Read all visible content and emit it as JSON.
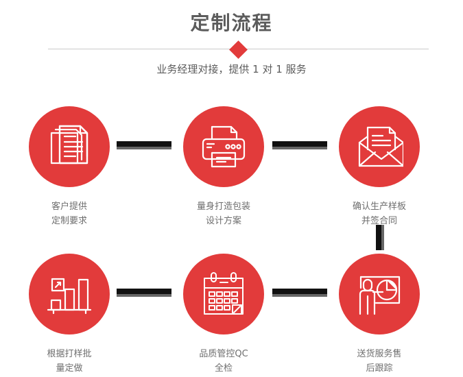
{
  "header": {
    "title": "定制流程",
    "subtitle": "业务经理对接，提供 1 对 1 服务",
    "diamond_color": "#e23b3b",
    "divider_color": "#c9c9c9",
    "title_color": "#5c5c5c"
  },
  "theme": {
    "accent_red": "#e23b3b",
    "connector_dark": "#111111",
    "connector_shadow": "#666666",
    "label_gray": "#6e6e6e",
    "background": "#ffffff"
  },
  "steps": [
    {
      "index": "1",
      "icon": "documents-stack-icon",
      "label": "客户提供\n定制要求"
    },
    {
      "index": "2",
      "icon": "printer-icon",
      "label": "量身打造包装\n设计方案"
    },
    {
      "index": "3",
      "icon": "envelope-document-icon",
      "label": "确认生产样板\n并签合同"
    },
    {
      "index": "4",
      "icon": "bar-chart-growth-icon",
      "label": "根据打样批\n量定做"
    },
    {
      "index": "5",
      "icon": "calendar-check-icon",
      "label": "品质管控QC\n全检"
    },
    {
      "index": "6",
      "icon": "presenter-pie-chart-icon",
      "label": "送货服务售\n后跟踪"
    }
  ],
  "connectors": {
    "horizontal_count": "4",
    "vertical_count": "1"
  }
}
